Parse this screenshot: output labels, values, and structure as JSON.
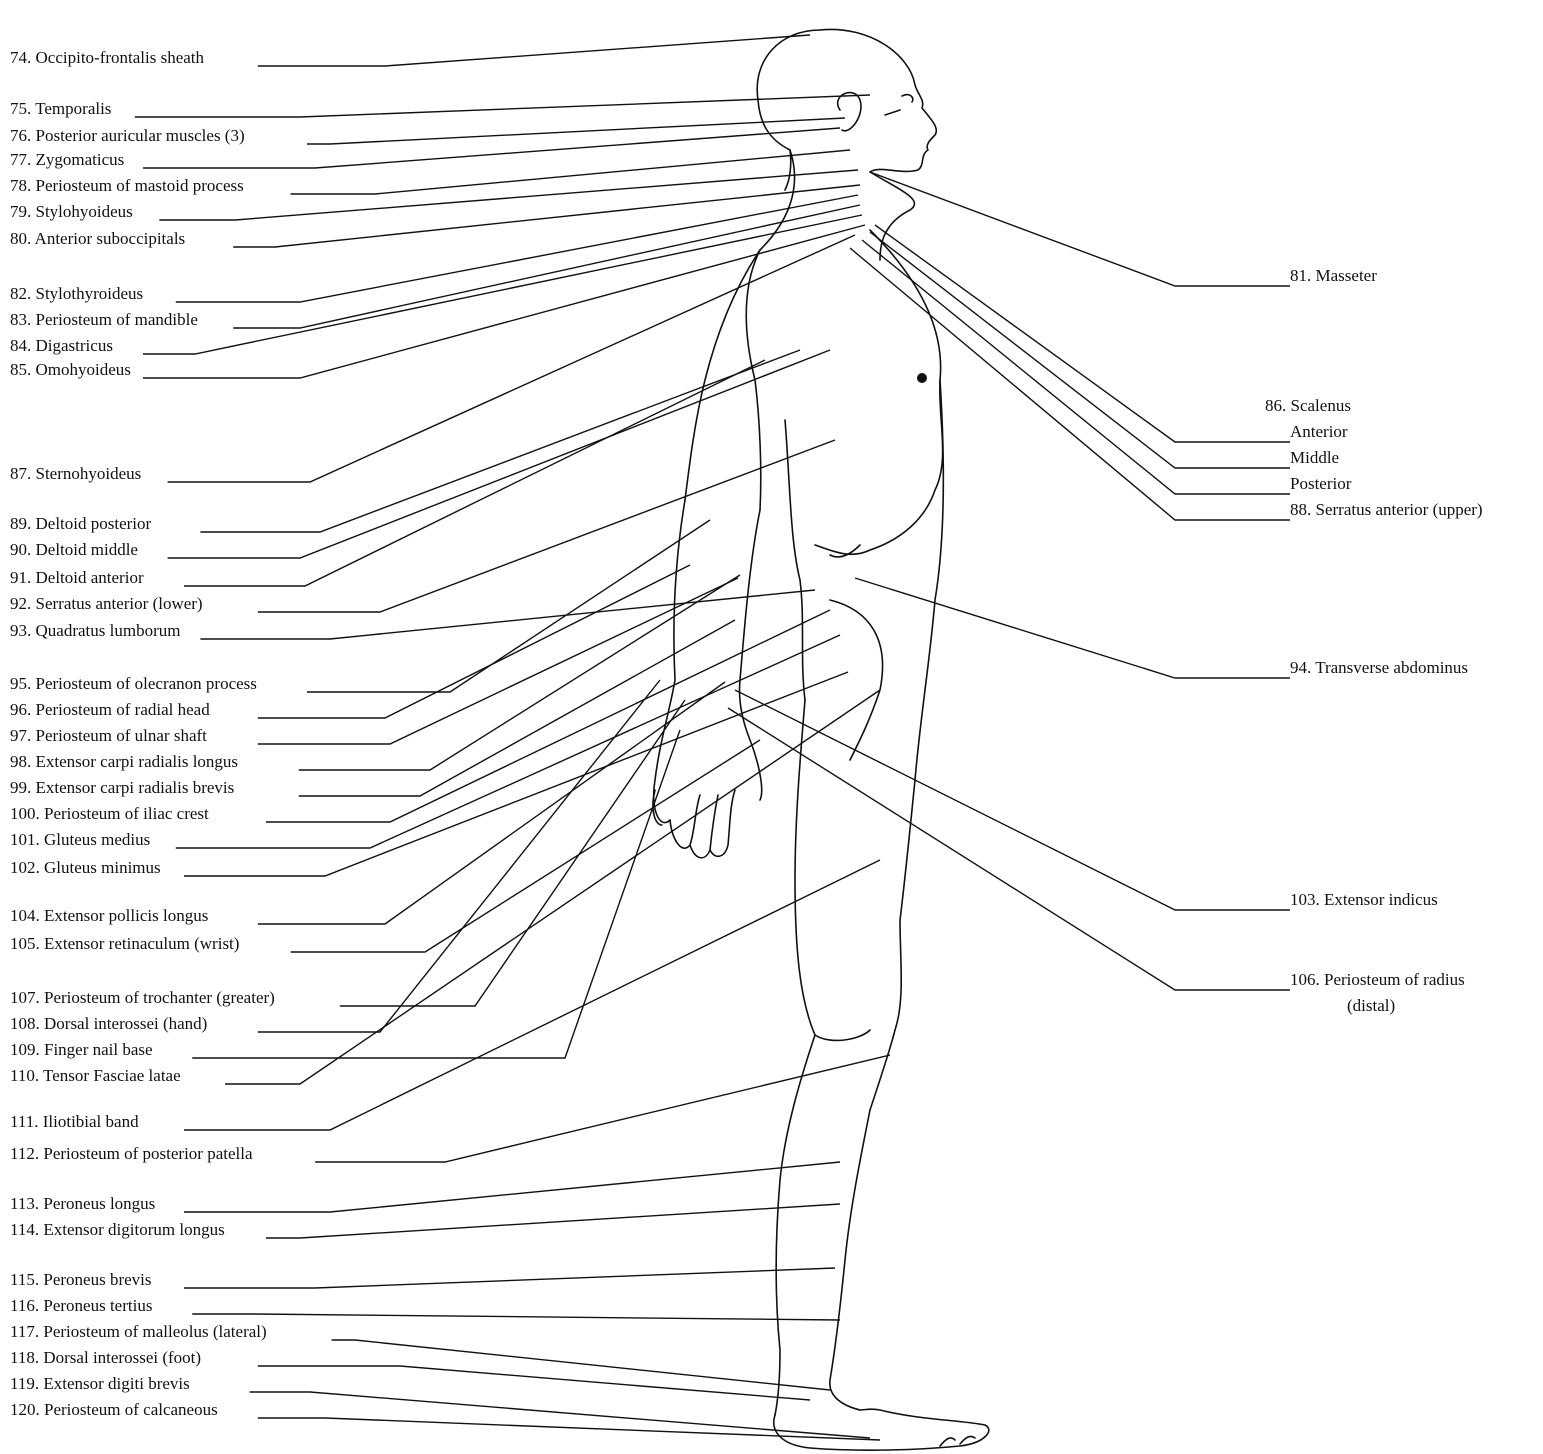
{
  "labels_left": [
    "74. Occipito-frontalis sheath",
    "75. Temporalis",
    "76. Posterior auricular muscles (3)",
    "77. Zygomaticus",
    "78. Periosteum of mastoid process",
    "79. Stylohyoideus",
    "80. Anterior suboccipitals",
    "82. Stylothyroideus",
    "83. Periosteum of mandible",
    "84. Digastricus",
    "85. Omohyoideus",
    "87. Sternohyoideus",
    "89. Deltoid  posterior",
    "90. Deltoid middle",
    "91. Deltoid anterior",
    "92. Serratus anterior (lower)",
    "93. Quadratus lumborum",
    "95. Periosteum of olecranon process",
    "96. Periosteum of radial head",
    "97. Periosteum of ulnar shaft",
    "98. Extensor carpi radialis longus",
    "99. Extensor carpi radialis brevis",
    "100. Periosteum of iliac crest",
    "101. Gluteus medius",
    "102. Gluteus minimus",
    "104. Extensor pollicis longus",
    "105. Extensor retinaculum (wrist)",
    "107. Periosteum of trochanter (greater)",
    "108. Dorsal interossei (hand)",
    "109. Finger nail base",
    "110. Tensor Fasciae latae",
    "111. Iliotibial band",
    "112. Periosteum of posterior patella",
    "113. Peroneus longus",
    "114. Extensor digitorum longus",
    "115. Peroneus brevis",
    "116. Peroneus tertius",
    "117. Periosteum of malleolus (lateral)",
    "118. Dorsal interossei (foot)",
    "119. Extensor digiti  brevis",
    "120. Periosteum of calcaneous"
  ],
  "labels_right": {
    "masseter": "81.  Masseter",
    "scalenus": "86.  Scalenus",
    "scalenus_anterior": "Anterior",
    "scalenus_middle": "Middle",
    "scalenus_posterior": "Posterior",
    "serratus_upper": "88.  Serratus anterior (upper)",
    "transverse_abdominus": "94.  Transverse abdominus",
    "extensor_indicus": "103.  Extensor indicus",
    "periosteum_radius": "106.  Periosteum of radius",
    "periosteum_radius_sub": "(distal)"
  }
}
